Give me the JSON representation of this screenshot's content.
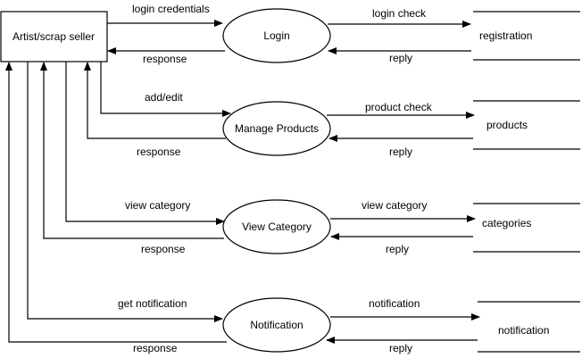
{
  "entity": {
    "label": "Artist/scrap seller"
  },
  "processes": [
    {
      "id": "login",
      "label": "Login"
    },
    {
      "id": "manage-products",
      "label": "Manage Products"
    },
    {
      "id": "view-category",
      "label": "View Category"
    },
    {
      "id": "notification",
      "label": "Notification"
    }
  ],
  "stores": [
    {
      "id": "registration",
      "label": "registration"
    },
    {
      "id": "products",
      "label": "products"
    },
    {
      "id": "categories",
      "label": "categories"
    },
    {
      "id": "notification",
      "label": "notification"
    }
  ],
  "flows": {
    "login_credentials": "login credentials",
    "login_response": "response",
    "add_edit": "add/edit",
    "manage_response": "response",
    "view_category_req": "view category",
    "view_category_response": "response",
    "get_notification": "get notification",
    "notification_response": "response",
    "login_check": "login check",
    "login_reply": "reply",
    "product_check": "product check",
    "product_reply": "reply",
    "view_category_store": "view category",
    "category_reply": "reply",
    "notification_store": "notification",
    "notification_reply": "reply"
  }
}
